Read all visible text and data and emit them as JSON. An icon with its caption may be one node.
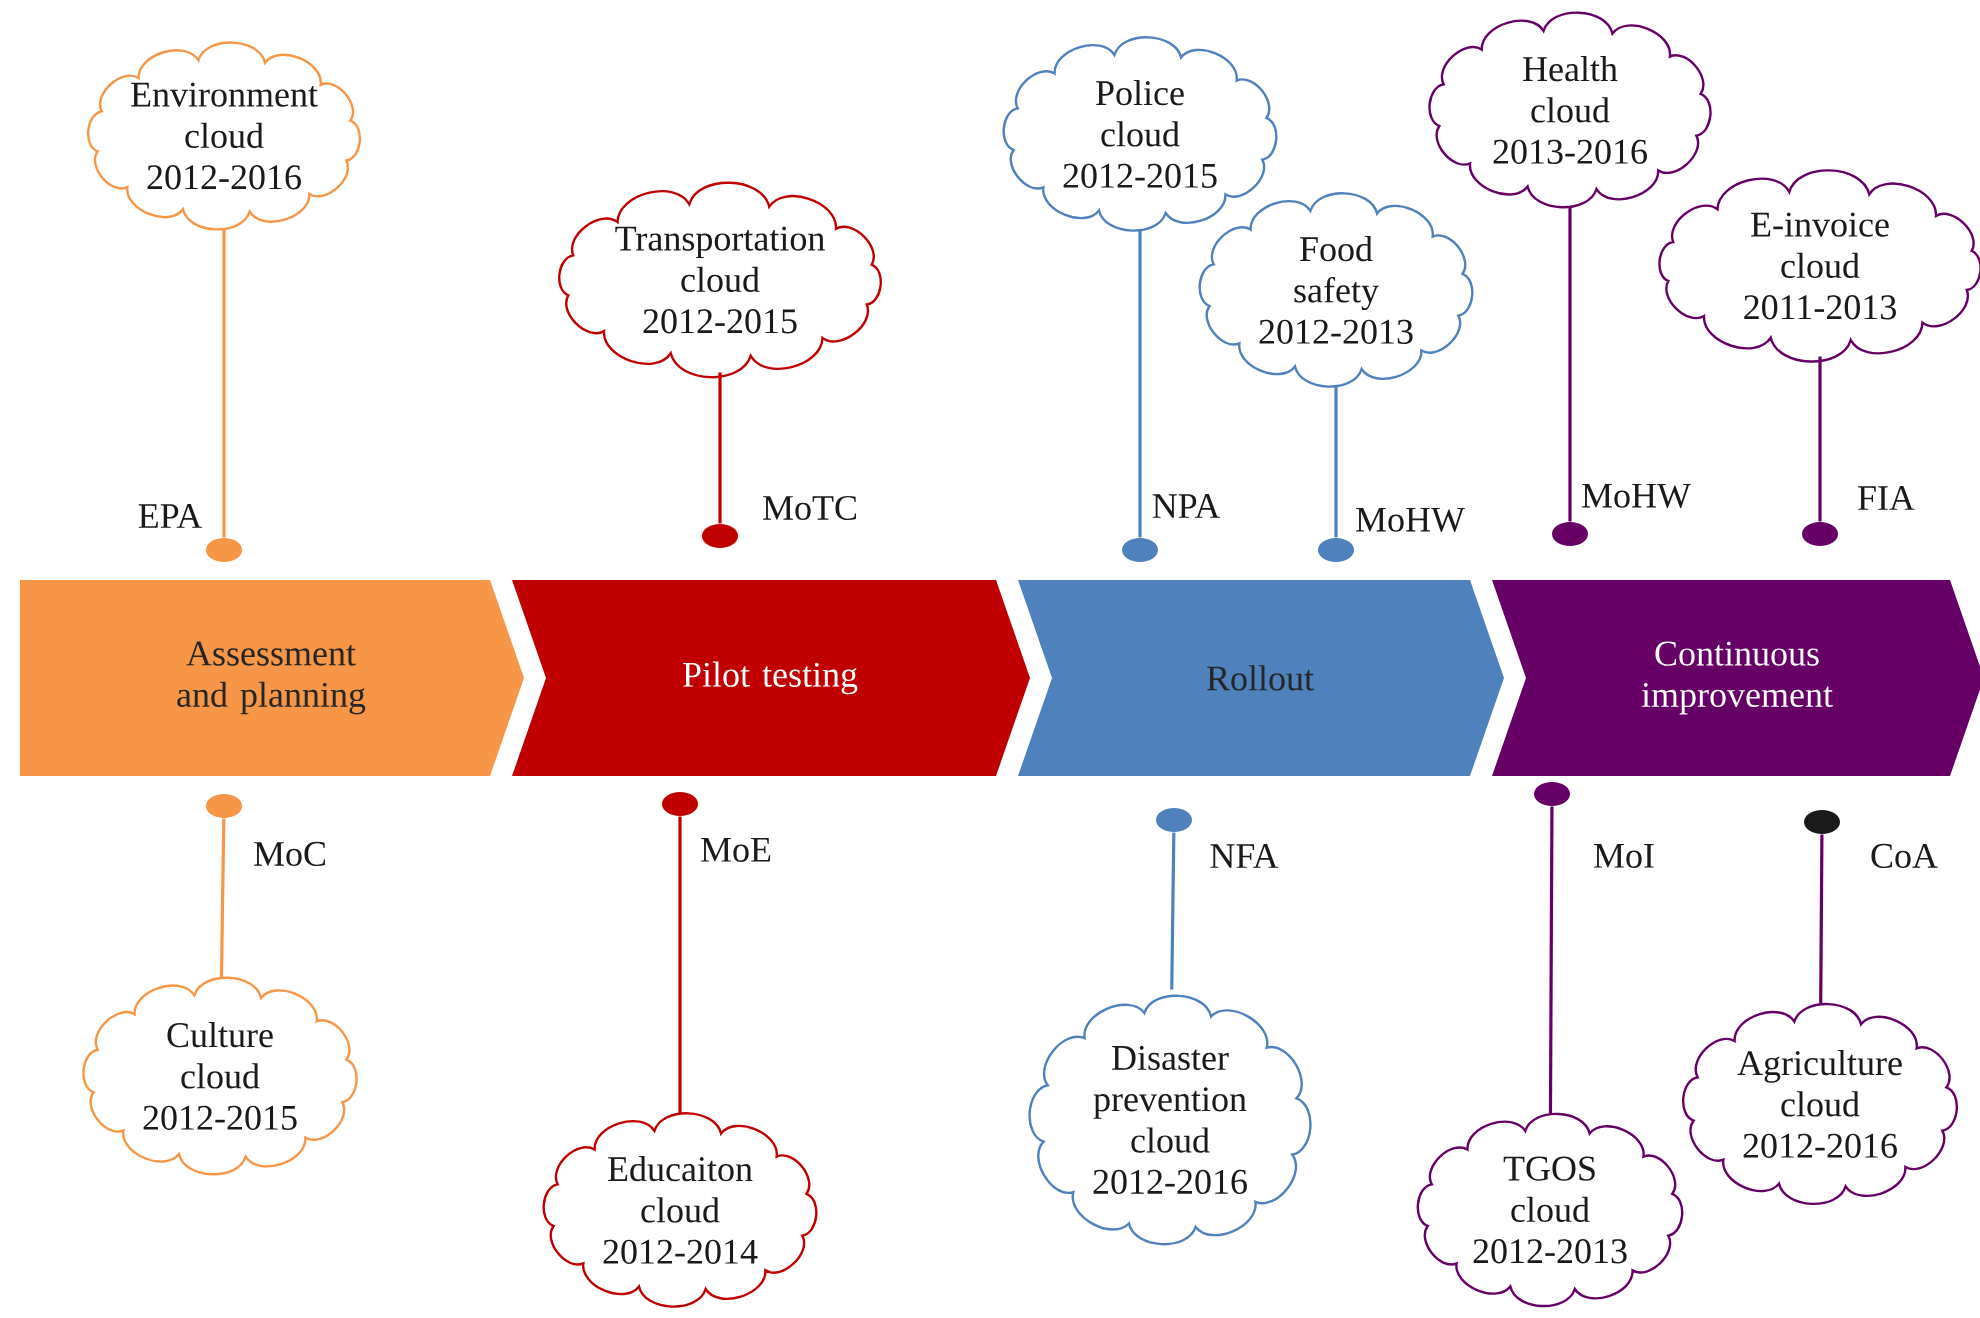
{
  "diagram": {
    "nodes": [
      {
        "text": [
          "Assessment and planning"
        ]
      },
      {
        "text": [
          "Pilot testing"
        ]
      },
      {
        "text": [
          "Rollout"
        ]
      },
      {
        "text": [
          "Continuous improvement"
        ]
      },
      {
        "text": [
          "Environment cloud 2012-2016"
        ]
      },
      {
        "text": [],
        "shape": "circle",
        "beside": [
          "EPA"
        ]
      },
      {
        "text": [
          "Transportation cloud 2012-2015"
        ]
      },
      {
        "text": [],
        "shape": "circle",
        "beside": [
          "MoTC"
        ]
      },
      {
        "text": [
          "Police cloud 2012-2015"
        ]
      },
      {
        "text": [],
        "shape": "circle",
        "beside": [
          "NPA"
        ]
      },
      {
        "text": [
          "Food safety 2012-2013"
        ]
      },
      {
        "text": [],
        "shape": "circle",
        "beside": [
          "MoHW"
        ]
      },
      {
        "text": [
          "Health cloud 2013-2016"
        ]
      },
      {
        "text": [],
        "shape": "circle",
        "beside": [
          "MoHW"
        ]
      },
      {
        "text": [
          "E-invoice cloud 2011-2013"
        ]
      },
      {
        "text": [],
        "shape": "circle",
        "beside": [
          "FIA"
        ]
      },
      {
        "text": [
          "Culture cloud 2012-2015"
        ]
      },
      {
        "text": [],
        "shape": "circle",
        "beside": [
          "MoC"
        ]
      },
      {
        "text": [
          "Educaiton cloud 2012-2014"
        ]
      },
      {
        "text": [],
        "shape": "circle",
        "beside": [
          "MoE"
        ]
      },
      {
        "text": [
          "Disaster prevention cloud 2012-2016"
        ]
      },
      {
        "text": [],
        "shape": "circle",
        "beside": [
          "NFA"
        ]
      },
      {
        "text": [
          "TGOS cloud 2012-2013"
        ]
      },
      {
        "text": [],
        "shape": "circle",
        "beside": [
          "MoI"
        ]
      },
      {
        "text": [
          "Agriculture cloud 2012-2016"
        ]
      },
      {
        "text": [],
        "shape": "circle",
        "beside": [
          "CoA"
        ]
      }
    ],
    "edges": [
      {
        "from": 4,
        "to": 5,
        "arrow": "none",
        "color": "#f79646"
      },
      {
        "from": 6,
        "to": 7,
        "arrow": "none",
        "color": "#c00000"
      },
      {
        "from": 8,
        "to": 9,
        "arrow": "none",
        "color": "#4f81bd"
      },
      {
        "from": 10,
        "to": 11,
        "arrow": "none",
        "color": "#4f81bd"
      },
      {
        "from": 12,
        "to": 13,
        "arrow": "none",
        "color": "#660066"
      },
      {
        "from": 14,
        "to": 15,
        "arrow": "none",
        "color": "#660066"
      },
      {
        "from": 16,
        "to": 17,
        "arrow": "none",
        "color": "#f79646"
      },
      {
        "from": 18,
        "to": 19,
        "arrow": "none",
        "color": "#c00000"
      },
      {
        "from": 20,
        "to": 21,
        "arrow": "none",
        "color": "#4f81bd"
      },
      {
        "from": 22,
        "to": 23,
        "arrow": "none",
        "color": "#660066"
      },
      {
        "from": 24,
        "to": 25,
        "arrow": "none",
        "color": "#660066"
      }
    ]
  }
}
